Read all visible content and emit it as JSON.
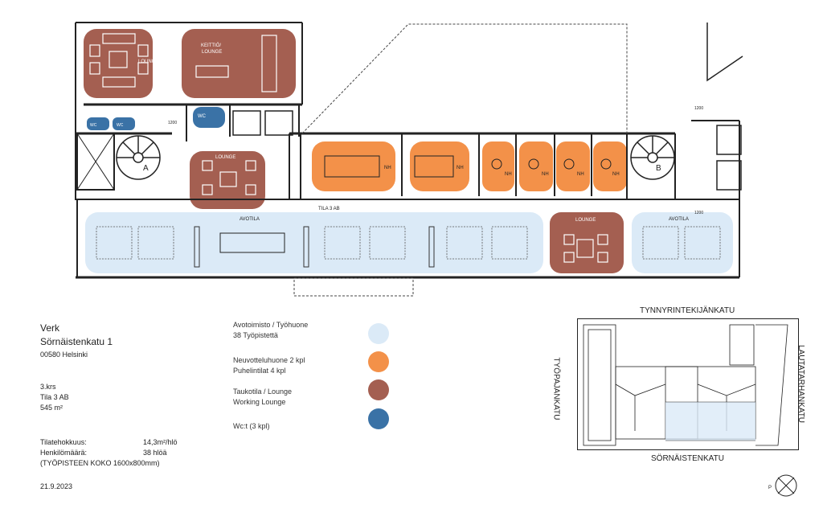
{
  "colors": {
    "open_office": "#dbeaf7",
    "meeting": "#f39149",
    "lounge": "#a45f51",
    "wc": "#3a72a6",
    "wall": "#222222"
  },
  "plan": {
    "lounge_label": "LOUNGE",
    "kitchen_label_1": "KEITTIÖ/",
    "kitchen_label_2": "LOUNGE",
    "wc_label": "WC",
    "wc_small_1": "WC",
    "wc_small_2": "WC",
    "nh_label": "NH",
    "avotila_label": "AVOTILA",
    "space_label": "TILA 3 AB",
    "stair_a": "A",
    "stair_b": "B",
    "dim_1200": "1200"
  },
  "info": {
    "company": "Verk",
    "street": "Sörnäistenkatu 1",
    "postal": "00580 Helsinki",
    "floor": "3.krs",
    "space": "Tila 3 AB",
    "area": "545 m²",
    "efficiency_label": "Tilatehokkuus:",
    "efficiency_value": "14,3m²/hlö",
    "persons_label": "Henkilömäärä:",
    "persons_value": "38 hlöä",
    "desk_size": "(TYÖPISTEEN KOKO 1600x800mm)",
    "date": "21.9.2023"
  },
  "legend": [
    {
      "line1": "Avotoimisto / Työhuone",
      "line2": "38 Työpistettä"
    },
    {
      "line1": "Neuvotteluhuone 2 kpl",
      "line2": "Puhelintilat 4 kpl"
    },
    {
      "line1": "Taukotila / Lounge",
      "line2": "Working Lounge"
    },
    {
      "line1": "Wc:t (3 kpl)",
      "line2": ""
    }
  ],
  "keymap": {
    "north_street": "TYNNYRINTEKIJÄNKATU",
    "south_street": "SÖRNÄISTENKATU",
    "west_street": "TYÖPAJANKATU",
    "east_street": "LAUTATARHANKATU"
  },
  "compass": {
    "label": "P"
  }
}
